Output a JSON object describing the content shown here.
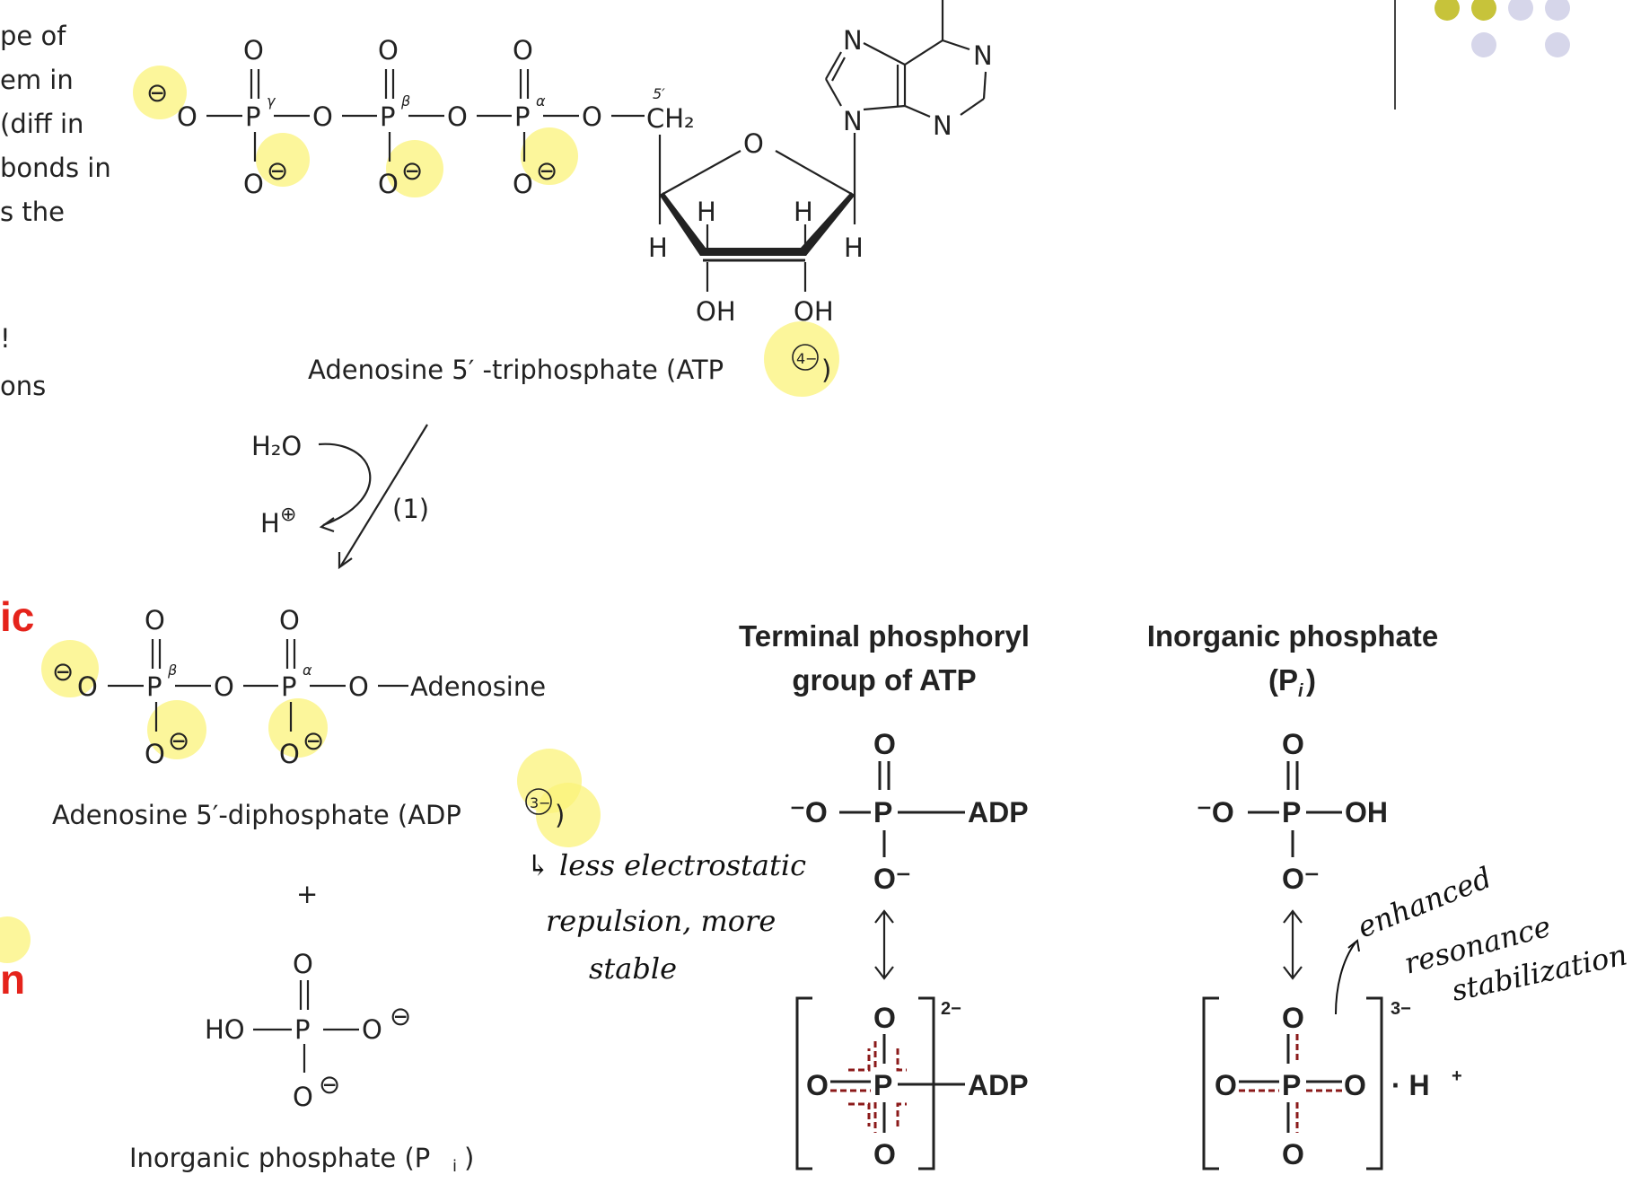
{
  "left_text": {
    "line1": "pe of",
    "line2": "em in",
    "line3": "(diff in",
    "line4": "bonds in",
    "line5": "s the",
    "line6": "!",
    "line7": "ons",
    "red1": "ic",
    "red2": "n"
  },
  "atp": {
    "caption": "Adenosine 5′ -triphosphate (ATP",
    "charge": "4−",
    "caption_end": ")",
    "gamma": "γ",
    "beta": "β",
    "alpha": "α",
    "five_prime": "5′",
    "ch2": "CH₂",
    "oh": "OH"
  },
  "reaction": {
    "h2o": "H₂O",
    "hplus": "H",
    "step": "(1)"
  },
  "adp": {
    "caption": "Adenosine 5′-diphosphate (ADP",
    "charge": "3−",
    "caption_end": ")",
    "adenosine": "Adenosine",
    "plus": "+"
  },
  "pi": {
    "caption": "Inorganic phosphate (P",
    "sub": "i",
    "caption_end": ")",
    "ho": "HO"
  },
  "terminal": {
    "title_line1": "Terminal phosphoryl",
    "title_line2": "group of ATP",
    "adp": "ADP",
    "charge": "2−"
  },
  "inorganic": {
    "title_line1": "Inorganic phosphate",
    "title_line2": "(P",
    "title_sub": "i",
    "title_end": ")",
    "oh": "OH",
    "charge": "3−",
    "hplus": "· H"
  },
  "annotations": {
    "adp_note1": "↳ less electrostatic",
    "adp_note2": "repulsion, more",
    "adp_note3": "stable",
    "pi_note1": "enhanced",
    "pi_note2": "resonance",
    "pi_note3": "stabilization"
  },
  "colors": {
    "highlight": "#fbf37a",
    "red_text": "#e5231b",
    "resonance": "#8b1a1a",
    "dot_olive": "#c7c33a",
    "dot_lavender": "#d6d6ea"
  }
}
